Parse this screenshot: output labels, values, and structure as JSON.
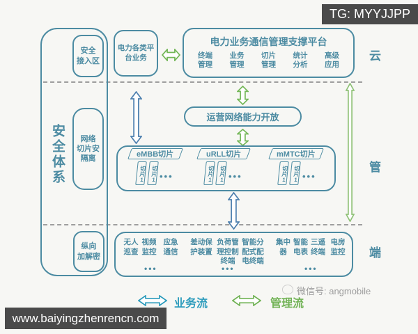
{
  "palette": {
    "teal": "#4c8ba2",
    "blue": "#4c7fae",
    "green": "#74b758",
    "green_light": "#8fc177",
    "legend_blue": "#2d9cbc",
    "legend_green": "#72b356",
    "dashed": "#9e9e9e",
    "dark_bar": "#4a4a4a",
    "background": "#f7f7f4"
  },
  "overlays": {
    "tg_badge": "TG: MYYJJPP",
    "site_bar": "www.baiyingzhenrencn.com",
    "wechat": "微信号: angmobile"
  },
  "security": {
    "title": "安全体系",
    "zones": [
      {
        "label": "安全\n接入区"
      },
      {
        "label": "网络\n切片安\n隔离"
      },
      {
        "label": "纵向\n加解密"
      }
    ]
  },
  "cloud_layer": {
    "label": "云",
    "services_box": "电力各类平\n台业务",
    "platform": {
      "title": "电力业务通信管理支撑平台",
      "modules": [
        "终端\n管理",
        "业务\n管理",
        "切片\n管理",
        "统计\n分析",
        "高级\n应用"
      ]
    }
  },
  "pipe_layer": {
    "label": "管",
    "capability": "运营网络能力开放",
    "slices": {
      "groups": [
        {
          "name": "eMBB切片",
          "cards": [
            "切片1",
            "切片1"
          ],
          "more": "•••"
        },
        {
          "name": "uRLL切片",
          "cards": [
            "切片1",
            "切片1"
          ],
          "more": "•••"
        },
        {
          "name": "mMTC切片",
          "cards": [
            "切片1",
            "切片1"
          ],
          "more": "•••"
        }
      ]
    }
  },
  "device_layer": {
    "label": "端",
    "groups": [
      {
        "items": [
          "无人\n巡查",
          "视频\n监控",
          "应急\n通信"
        ],
        "more": "•••"
      },
      {
        "items": [
          "差动保\n护装置",
          "负荷管\n理控制\n终端",
          "智能分\n配式配\n电终端"
        ],
        "more": "•••"
      },
      {
        "items": [
          "集中\n器",
          "智能\n电表",
          "三遥\n终端",
          "电房\n监控"
        ],
        "more": "•••"
      }
    ]
  },
  "legend": {
    "business": "业务流",
    "management": "管理流"
  }
}
